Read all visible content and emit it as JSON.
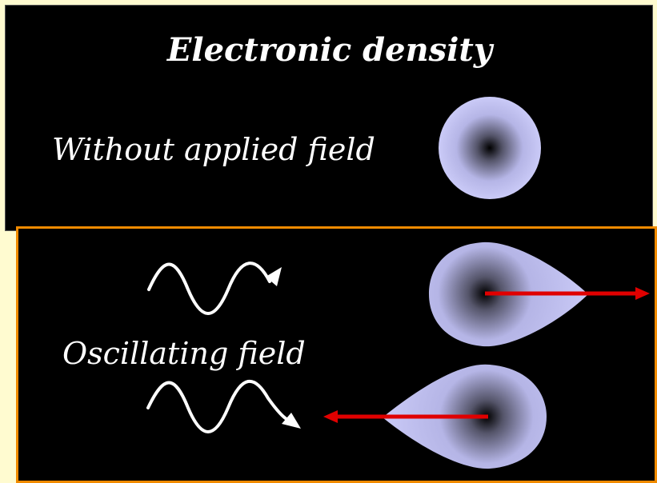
{
  "title": "Electronic density",
  "without_field_label": "Without applied field",
  "oscillating_field_label": "Oscillating field",
  "colors": {
    "background": "#fffbd0",
    "panel": "#000000",
    "frame": "#f08a00",
    "density_outer": "#c8c8f5",
    "density_core": "#000000",
    "arrow": "#e00000",
    "text": "#ffffff"
  },
  "icons": [
    "wave-arrow-icon",
    "wave-arrow-icon"
  ]
}
